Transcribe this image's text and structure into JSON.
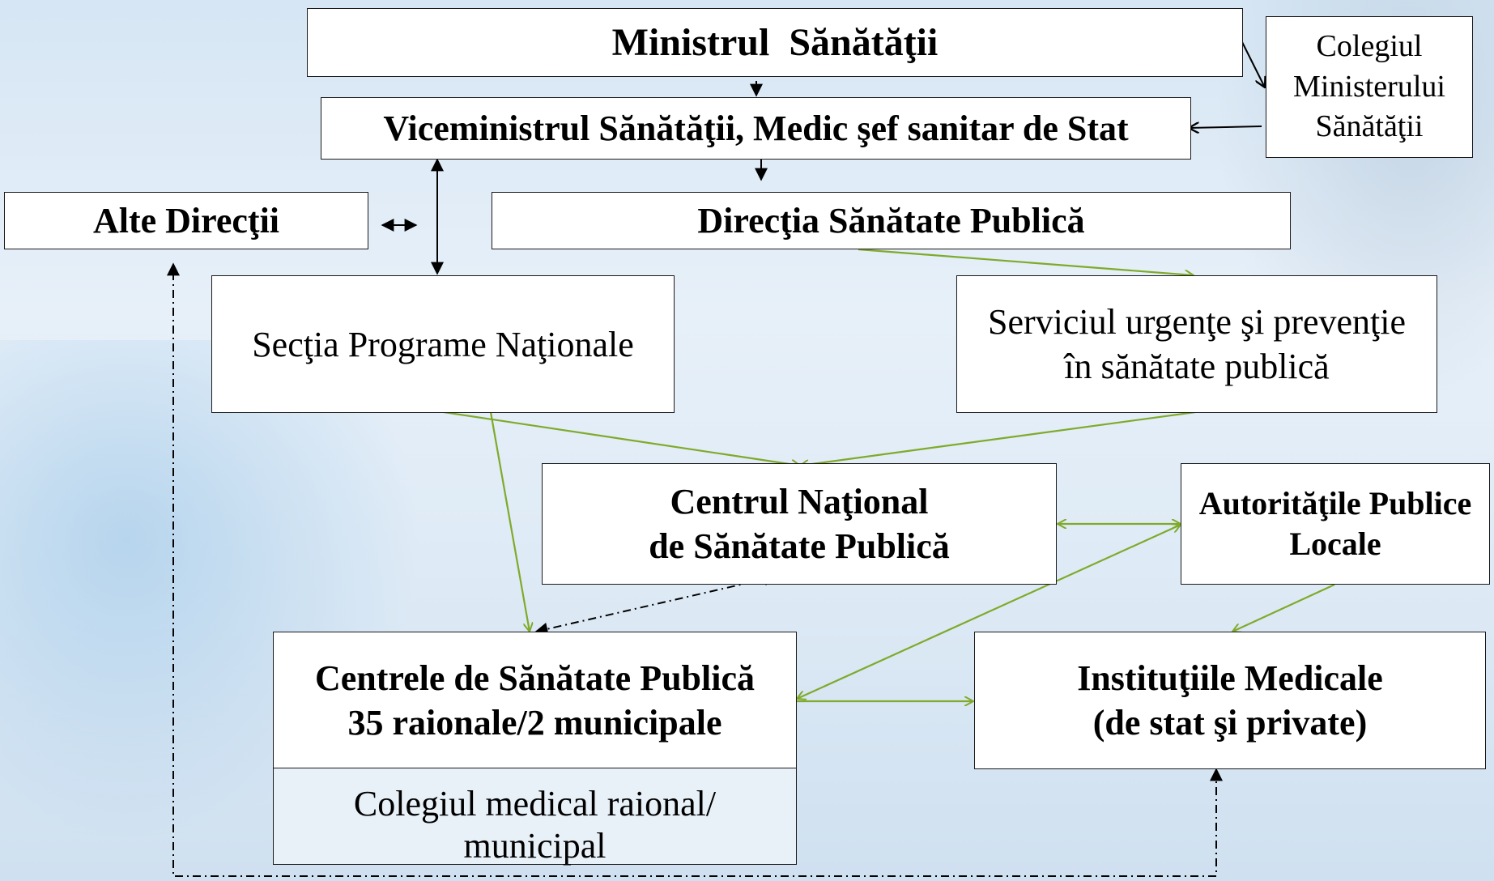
{
  "nodes": {
    "ministru": "Ministrul  Sănătăţii",
    "viceministru": "Viceministrul Sănătăţii, Medic şef sanitar de Stat",
    "colegiul_ministerului": [
      "Colegiul",
      "Ministerului",
      "Sănătăţii"
    ],
    "alte_directii": "Alte Direcţii",
    "directia_sp": "Direcţia Sănătate Publică",
    "sectia_programe": "Secţia Programe Naţionale",
    "serviciul_urgente": [
      "Serviciul urgenţe şi prevenţie",
      "în sănătate publică"
    ],
    "centrul_national": [
      "Centrul Naţional",
      "de Sănătate Publică"
    ],
    "autoritatile": [
      "Autorităţile Publice",
      "Locale"
    ],
    "centrele_sp": [
      "Centrele de Sănătate Publică",
      "35 raionale/2 municipale"
    ],
    "colegiul_medical": [
      "Colegiul medical raional/",
      "municipal"
    ],
    "institutiile": [
      "Instituţiile Medicale",
      "(de stat şi private)"
    ]
  },
  "colors": {
    "green_line": "#7faa2a",
    "black_line": "#000000"
  }
}
